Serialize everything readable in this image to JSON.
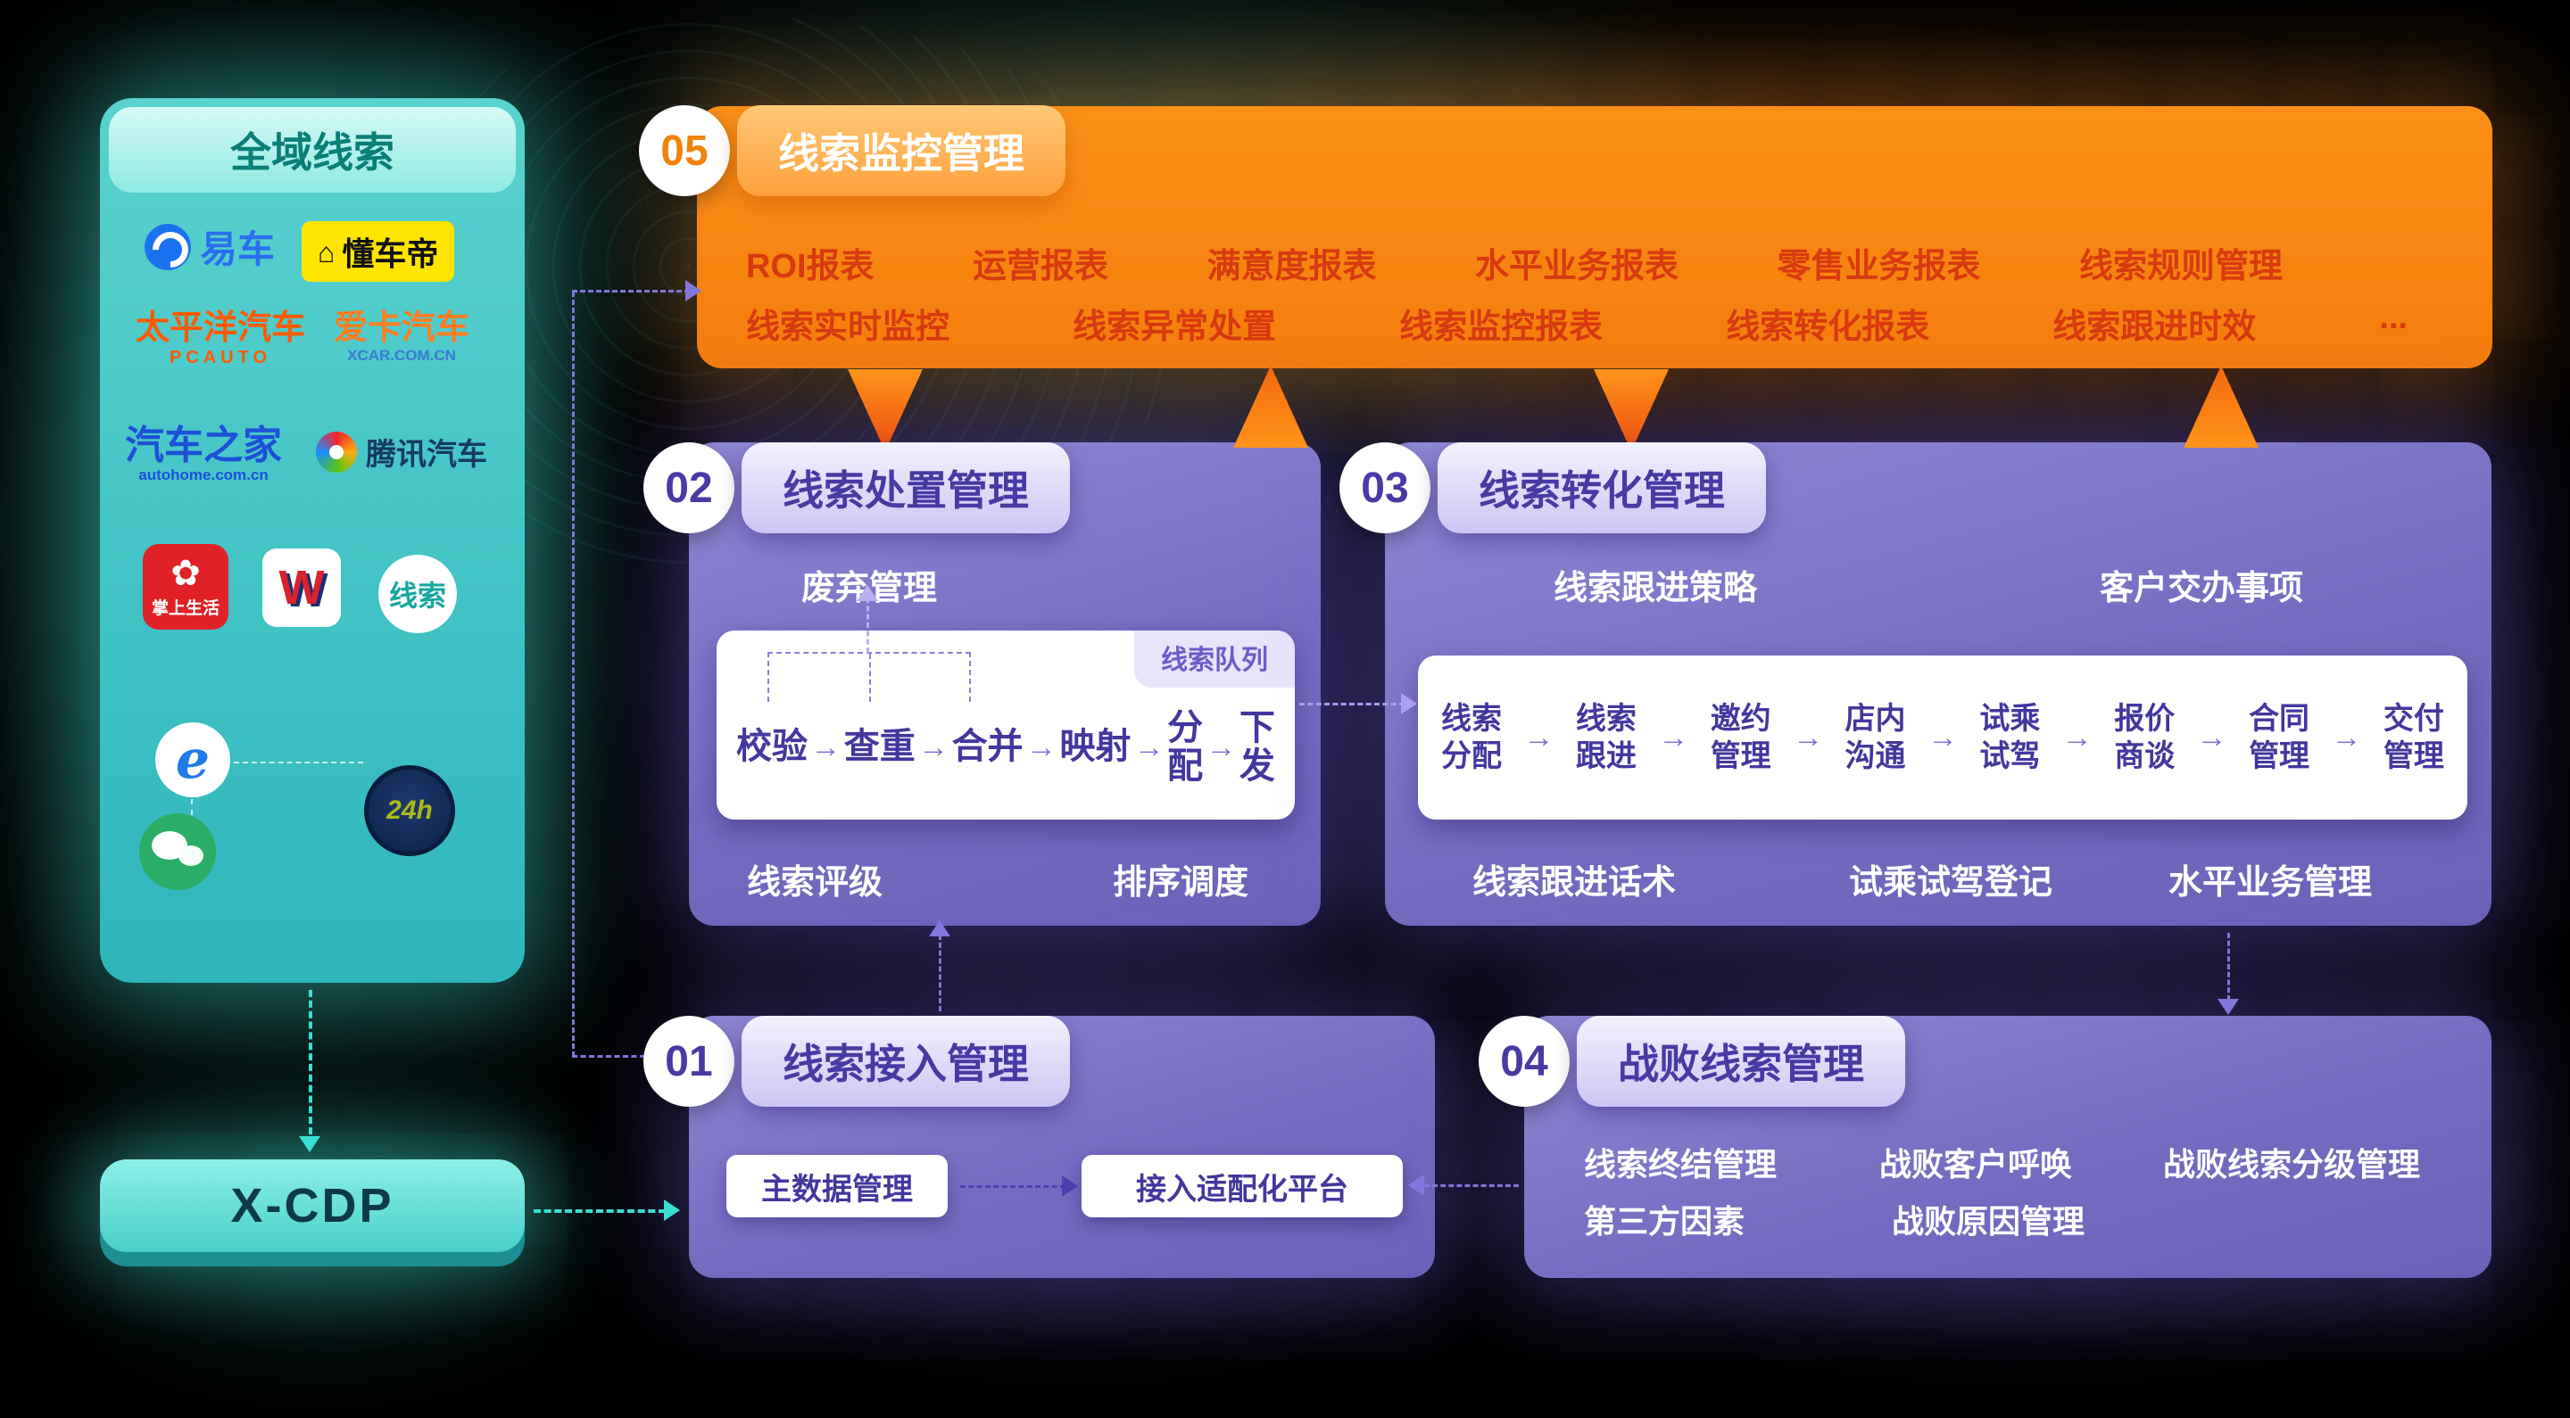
{
  "colors": {
    "teal": "#35c8c6",
    "orange": "#f98a12",
    "purple": "#7b73c5",
    "item_red": "#d8390f"
  },
  "sidebar": {
    "title": "全域线索",
    "xcdp_label": "X-CDP",
    "logos": {
      "yiche": "易车",
      "dongchedi": "懂车帝",
      "pcauto_cn": "太平洋汽车",
      "pcauto_en": "PCAUTO",
      "xcar_cn": "爱卡汽车",
      "xcar_en": "XCAR.COM.CN",
      "autohome_cn": "汽车之家",
      "autohome_en": "autohome.com.cn",
      "tencent": "腾讯汽车",
      "zhangshang": "掌上生活",
      "w": "W",
      "xiansuo": "线索",
      "ie": "e",
      "h24": "24h"
    }
  },
  "monitor": {
    "num": "05",
    "title": "线索监控管理",
    "row1": [
      "ROI报表",
      "运营报表",
      "满意度报表",
      "水平业务报表",
      "零售业务报表",
      "线索规则管理"
    ],
    "row2": [
      "线索实时监控",
      "线索异常处置",
      "线索监控报表",
      "线索转化报表",
      "线索跟进时效",
      "..."
    ]
  },
  "dispose": {
    "num": "02",
    "title": "线索处置管理",
    "discard_label": "废弃管理",
    "queue_label": "线索队列",
    "steps": [
      "校验",
      "查重",
      "合并",
      "映射",
      "分\n配",
      "下\n发"
    ],
    "bottom_left": "线索评级",
    "bottom_right": "排序调度"
  },
  "convert": {
    "num": "03",
    "title": "线索转化管理",
    "top_left": "线索跟进策略",
    "top_right": "客户交办事项",
    "steps": [
      "线索\n分配",
      "线索\n跟进",
      "邀约\n管理",
      "店内\n沟通",
      "试乘\n试驾",
      "报价\n商谈",
      "合同\n管理",
      "交付\n管理"
    ],
    "bottom": [
      "线索跟进话术",
      "试乘试驾登记",
      "水平业务管理"
    ]
  },
  "access": {
    "num": "01",
    "title": "线索接入管理",
    "node1": "主数据管理",
    "node2": "接入适配化平台"
  },
  "defeat": {
    "num": "04",
    "title": "战败线索管理",
    "row1": [
      "线索终结管理",
      "战败客户呼唤",
      "战败线索分级管理"
    ],
    "row2": [
      "第三方因素",
      "战败原因管理"
    ]
  }
}
